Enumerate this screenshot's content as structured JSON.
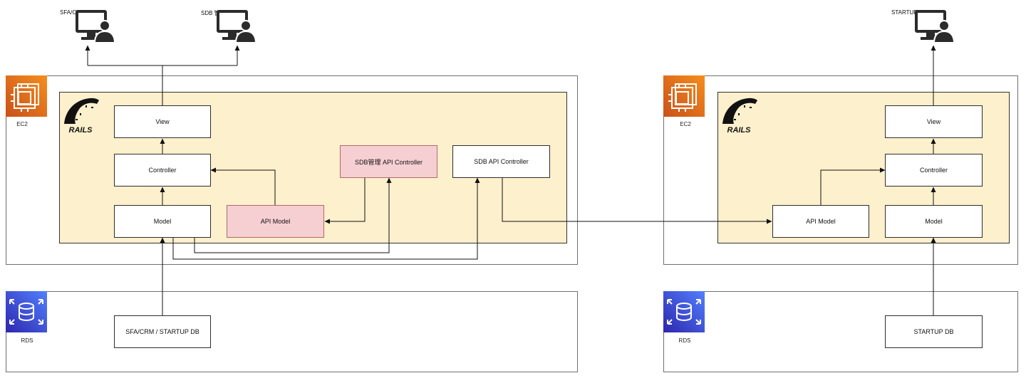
{
  "users": {
    "sfa_crm": "SFA/CRM",
    "sdb_admin": "SDB 管理",
    "startup_db": "STARTUP DB"
  },
  "left": {
    "ec2_label": "EC2",
    "rds_label": "RDS",
    "rails_logo_text": "RAILS",
    "view": "View",
    "controller": "Controller",
    "model": "Model",
    "api_model": "API Model",
    "sdb_admin_api_controller": "SDB管理 API Controller",
    "sdb_api_controller": "SDB API Controller",
    "database": "SFA/CRM / STARTUP DB"
  },
  "right": {
    "ec2_label": "EC2",
    "rds_label": "RDS",
    "rails_logo_text": "RAILS",
    "view": "View",
    "controller": "Controller",
    "api_model": "API Model",
    "model": "Model",
    "database": "STARTUP DB"
  },
  "colors": {
    "ec2_orange": "#d86613",
    "rds_blue": "#3b48cc",
    "rails_area": "#fdf0cc",
    "api_highlight": "#f6cfd2"
  }
}
